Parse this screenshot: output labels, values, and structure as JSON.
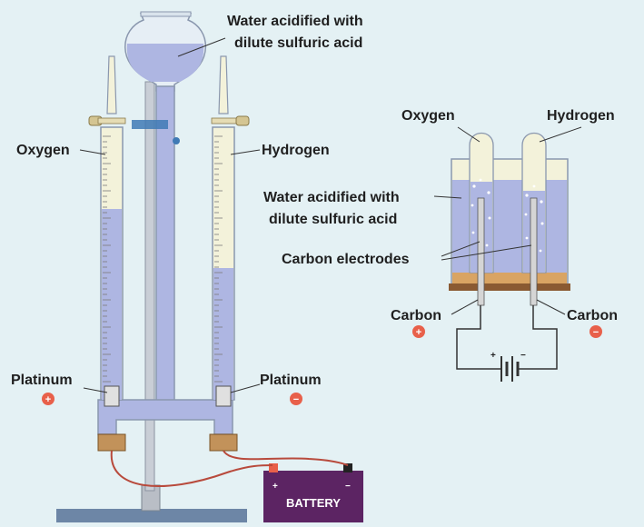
{
  "left_apparatus": {
    "water_label_line1": "Water acidified with",
    "water_label_line2": "dilute sulfuric acid",
    "oxygen_label": "Oxygen",
    "hydrogen_label": "Hydrogen",
    "platinum_left_label": "Platinum",
    "platinum_right_label": "Platinum",
    "battery_label": "BATTERY",
    "battery_plus": "+",
    "battery_minus": "−",
    "anode_sign": "+",
    "cathode_sign": "−"
  },
  "right_apparatus": {
    "oxygen_label": "Oxygen",
    "hydrogen_label": "Hydrogen",
    "water_label_line1": "Water acidified with",
    "water_label_line2": "dilute sulfuric acid",
    "electrodes_label": "Carbon electrodes",
    "carbon_left_label": "Carbon",
    "carbon_right_label": "Carbon",
    "cell_plus": "+",
    "cell_minus": "−",
    "anode_sign": "+",
    "cathode_sign": "−"
  },
  "colors": {
    "background": "#e4f1f4",
    "solution": "#aeb6e2",
    "gas": "#f3f2da",
    "glass_outline": "#8a97ae",
    "battery": "#5c2463",
    "positive": "#e8604a",
    "negative": "#e8604a",
    "wire": "#b84a3c",
    "stand": "#6d86a6"
  }
}
